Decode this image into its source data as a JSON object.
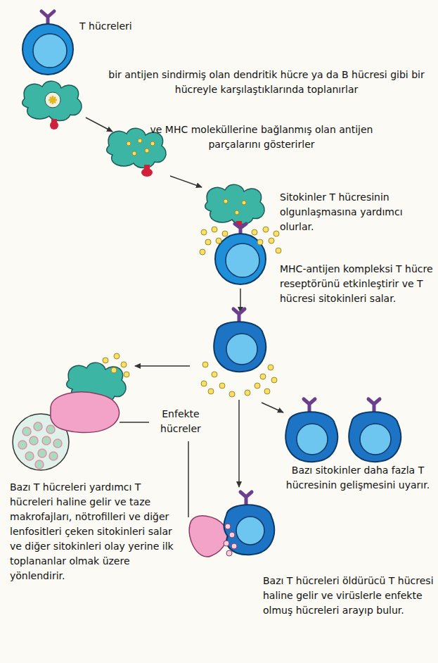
{
  "diagram": {
    "labels": [
      "T hücreleri",
      "bir antijen sindirmiş olan dendritik hücre ya da B hücresi gibi bir hücreyle karşılaştıklarında toplanırlar",
      "ve MHC moleküllerine bağlanmış olan antijen parçalarını gösterirler",
      "Sitokinler T hücresinin olgunlaşmasına yardımcı olurlar.",
      "MHC-antijen kompleksi T hücre reseptörünü etkinleştirir ve T hücresi sitokinleri salar.",
      "Enfekte hücreler",
      "Bazı T hücreleri yardımcı T hücreleri haline gelir ve taze makrofajları, nötrofilleri ve diğer lenfositleri çeken sitokinleri salar ve diğer sitokinleri olay yerine ilk toplananlar olmak üzere yönlendirir.",
      "Bazı sitokinler daha fazla T hücresinin gelişmesini uyarır.",
      "Bazı T hücreleri öldürücü T hücresi haline gelir ve virüslerle enfekte olmuş hücreleri arayıp bulur."
    ]
  }
}
